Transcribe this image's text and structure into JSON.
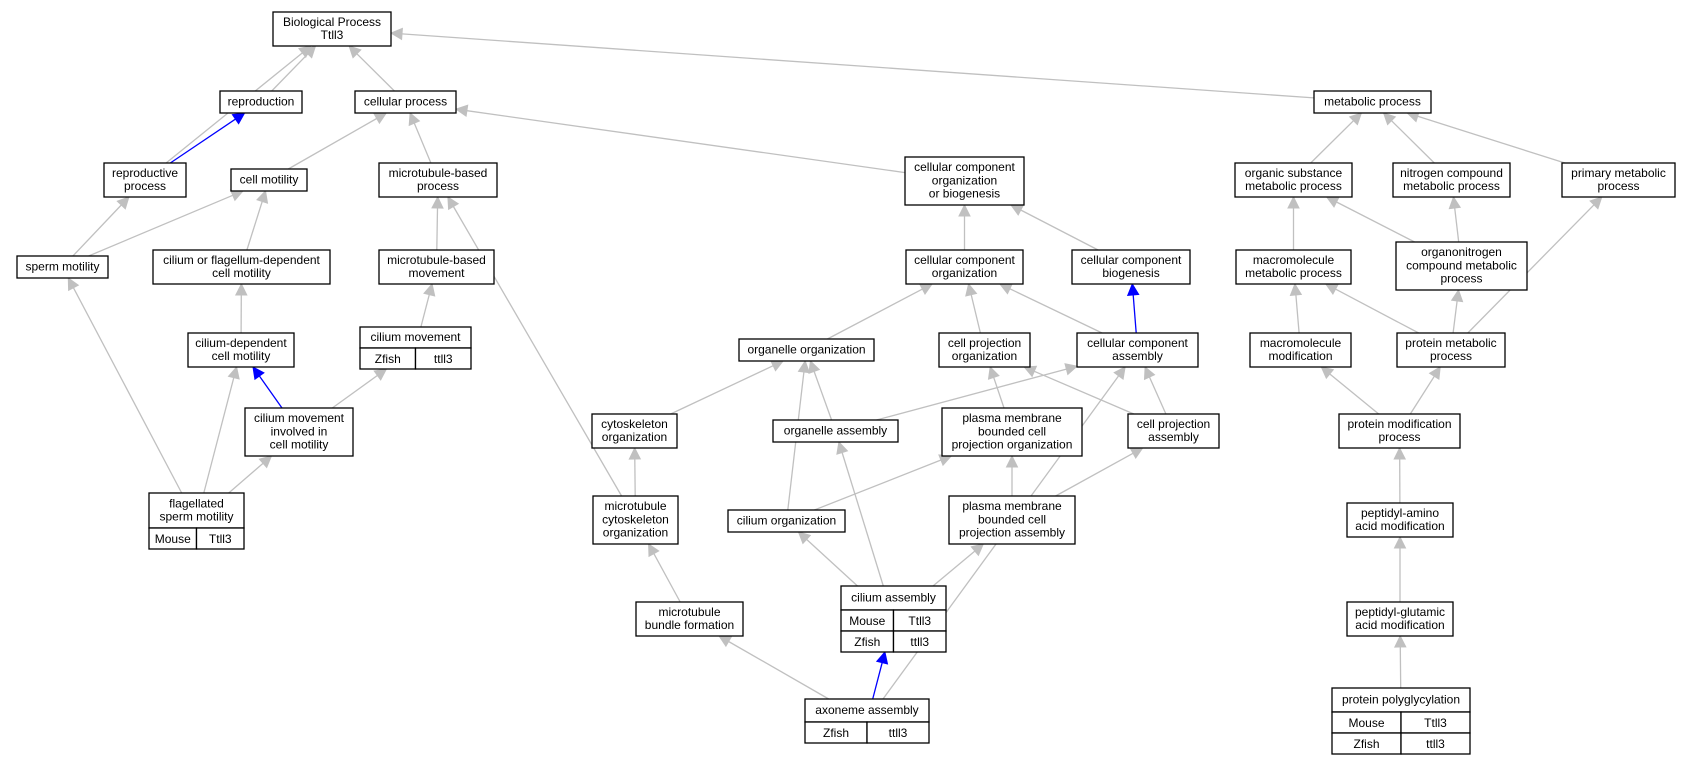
{
  "graph": {
    "colors": {
      "edge": "#c0c0c0",
      "edge_highlight": "#0000ff",
      "mouse_cell": "#add8e6",
      "zfish_cell": "#6495ed"
    },
    "nodes": {
      "bp": {
        "lines": [
          "Biological Process",
          "Ttll3"
        ]
      },
      "repro": {
        "lines": [
          "reproduction"
        ]
      },
      "cellproc": {
        "lines": [
          "cellular process"
        ]
      },
      "metab": {
        "lines": [
          "metabolic process"
        ]
      },
      "reproproc": {
        "lines": [
          "reproductive",
          "process"
        ]
      },
      "cellmot": {
        "lines": [
          "cell motility"
        ]
      },
      "mtbproc": {
        "lines": [
          "microtubule-based",
          "process"
        ]
      },
      "ccob": {
        "lines": [
          "cellular component",
          "organization",
          "or biogenesis"
        ]
      },
      "orgsub": {
        "lines": [
          "organic substance",
          "metabolic process"
        ]
      },
      "nitro": {
        "lines": [
          "nitrogen compound",
          "metabolic process"
        ]
      },
      "primary": {
        "lines": [
          "primary metabolic",
          "process"
        ]
      },
      "spermmot": {
        "lines": [
          "sperm motility"
        ]
      },
      "ciliumflag": {
        "lines": [
          "cilium or flagellum-dependent",
          "cell motility"
        ]
      },
      "mtbmove": {
        "lines": [
          "microtubule-based",
          "movement"
        ]
      },
      "ccorg": {
        "lines": [
          "cellular component",
          "organization"
        ]
      },
      "ccbio": {
        "lines": [
          "cellular component",
          "biogenesis"
        ]
      },
      "macro": {
        "lines": [
          "macromolecule",
          "metabolic process"
        ]
      },
      "organonitro": {
        "lines": [
          "organonitrogen",
          "compound metabolic",
          "process"
        ]
      },
      "cildep": {
        "lines": [
          "cilium-dependent",
          "cell motility"
        ]
      },
      "cilmove": {
        "lines": [
          "cilium movement"
        ],
        "rows": [
          [
            "Zfish",
            "ttll3"
          ]
        ]
      },
      "orgorg": {
        "lines": [
          "organelle organization"
        ]
      },
      "cellprojorg": {
        "lines": [
          "cell projection",
          "organization"
        ]
      },
      "ccassembly": {
        "lines": [
          "cellular component",
          "assembly"
        ]
      },
      "macromod": {
        "lines": [
          "macromolecule",
          "modification"
        ]
      },
      "protmetab": {
        "lines": [
          "protein metabolic",
          "process"
        ]
      },
      "cilmoveinv": {
        "lines": [
          "cilium movement",
          "involved in",
          "cell motility"
        ]
      },
      "cytoorg": {
        "lines": [
          "cytoskeleton",
          "organization"
        ]
      },
      "orgassembly": {
        "lines": [
          "organelle assembly"
        ]
      },
      "pmbcpo": {
        "lines": [
          "plasma membrane",
          "bounded cell",
          "projection organization"
        ]
      },
      "cellprojassembly": {
        "lines": [
          "cell projection",
          "assembly"
        ]
      },
      "protmod": {
        "lines": [
          "protein modification",
          "process"
        ]
      },
      "flagsperm": {
        "lines": [
          "flagellated",
          "sperm motility"
        ],
        "rows": [
          [
            "Mouse",
            "Ttll3"
          ]
        ]
      },
      "mtcyto": {
        "lines": [
          "microtubule",
          "cytoskeleton",
          "organization"
        ]
      },
      "cilorg": {
        "lines": [
          "cilium organization"
        ]
      },
      "pmbcpa": {
        "lines": [
          "plasma membrane",
          "bounded cell",
          "projection assembly"
        ]
      },
      "peptamino": {
        "lines": [
          "peptidyl-amino",
          "acid modification"
        ]
      },
      "mtbundle": {
        "lines": [
          "microtubule",
          "bundle formation"
        ]
      },
      "cilassembly": {
        "lines": [
          "cilium assembly"
        ],
        "rows": [
          [
            "Mouse",
            "Ttll3"
          ],
          [
            "Zfish",
            "ttll3"
          ]
        ]
      },
      "peptglut": {
        "lines": [
          "peptidyl-glutamic",
          "acid modification"
        ]
      },
      "axoneme": {
        "lines": [
          "axoneme assembly"
        ],
        "rows": [
          [
            "Zfish",
            "ttll3"
          ]
        ]
      },
      "polyglyc": {
        "lines": [
          "protein polyglycylation"
        ],
        "rows": [
          [
            "Mouse",
            "Ttll3"
          ],
          [
            "Zfish",
            "ttll3"
          ]
        ]
      }
    },
    "edges": [
      {
        "from": "repro",
        "to": "bp",
        "highlight": false
      },
      {
        "from": "cellproc",
        "to": "bp",
        "highlight": false
      },
      {
        "from": "metab",
        "to": "bp",
        "highlight": false
      },
      {
        "from": "reproproc",
        "to": "bp",
        "highlight": false
      },
      {
        "from": "reproproc",
        "to": "repro",
        "highlight": true
      },
      {
        "from": "cellmot",
        "to": "cellproc",
        "highlight": false
      },
      {
        "from": "mtbproc",
        "to": "cellproc",
        "highlight": false
      },
      {
        "from": "ccob",
        "to": "cellproc",
        "highlight": false
      },
      {
        "from": "orgsub",
        "to": "metab",
        "highlight": false
      },
      {
        "from": "nitro",
        "to": "metab",
        "highlight": false
      },
      {
        "from": "primary",
        "to": "metab",
        "highlight": false
      },
      {
        "from": "spermmot",
        "to": "reproproc",
        "highlight": false
      },
      {
        "from": "spermmot",
        "to": "cellmot",
        "highlight": false
      },
      {
        "from": "ciliumflag",
        "to": "cellmot",
        "highlight": false
      },
      {
        "from": "mtbmove",
        "to": "mtbproc",
        "highlight": false
      },
      {
        "from": "ccorg",
        "to": "ccob",
        "highlight": false
      },
      {
        "from": "ccbio",
        "to": "ccob",
        "highlight": false
      },
      {
        "from": "macro",
        "to": "orgsub",
        "highlight": false
      },
      {
        "from": "organonitro",
        "to": "orgsub",
        "highlight": false
      },
      {
        "from": "organonitro",
        "to": "nitro",
        "highlight": false
      },
      {
        "from": "cildep",
        "to": "ciliumflag",
        "highlight": false
      },
      {
        "from": "cilmove",
        "to": "mtbmove",
        "highlight": false
      },
      {
        "from": "orgorg",
        "to": "ccorg",
        "highlight": false
      },
      {
        "from": "cellprojorg",
        "to": "ccorg",
        "highlight": false
      },
      {
        "from": "ccassembly",
        "to": "ccorg",
        "highlight": false
      },
      {
        "from": "ccassembly",
        "to": "ccbio",
        "highlight": true
      },
      {
        "from": "macromod",
        "to": "macro",
        "highlight": false
      },
      {
        "from": "protmetab",
        "to": "macro",
        "highlight": false
      },
      {
        "from": "protmetab",
        "to": "organonitro",
        "highlight": false
      },
      {
        "from": "protmetab",
        "to": "primary",
        "highlight": false
      },
      {
        "from": "cilmoveinv",
        "to": "cildep",
        "highlight": true
      },
      {
        "from": "cilmoveinv",
        "to": "cilmove",
        "highlight": false
      },
      {
        "from": "cytoorg",
        "to": "orgorg",
        "highlight": false
      },
      {
        "from": "orgassembly",
        "to": "orgorg",
        "highlight": false
      },
      {
        "from": "orgassembly",
        "to": "ccassembly",
        "highlight": false
      },
      {
        "from": "pmbcpo",
        "to": "cellprojorg",
        "highlight": false
      },
      {
        "from": "cellprojassembly",
        "to": "cellprojorg",
        "highlight": false
      },
      {
        "from": "cellprojassembly",
        "to": "ccassembly",
        "highlight": false
      },
      {
        "from": "protmod",
        "to": "macromod",
        "highlight": false
      },
      {
        "from": "protmod",
        "to": "protmetab",
        "highlight": false
      },
      {
        "from": "flagsperm",
        "to": "spermmot",
        "highlight": false
      },
      {
        "from": "flagsperm",
        "to": "cildep",
        "highlight": false
      },
      {
        "from": "flagsperm",
        "to": "cilmoveinv",
        "highlight": false
      },
      {
        "from": "mtcyto",
        "to": "mtbproc",
        "highlight": false
      },
      {
        "from": "mtcyto",
        "to": "cytoorg",
        "highlight": false
      },
      {
        "from": "cilorg",
        "to": "orgorg",
        "highlight": false
      },
      {
        "from": "cilorg",
        "to": "pmbcpo",
        "highlight": false
      },
      {
        "from": "pmbcpa",
        "to": "pmbcpo",
        "highlight": false
      },
      {
        "from": "pmbcpa",
        "to": "cellprojassembly",
        "highlight": false
      },
      {
        "from": "peptamino",
        "to": "protmod",
        "highlight": false
      },
      {
        "from": "mtbundle",
        "to": "mtcyto",
        "highlight": false
      },
      {
        "from": "cilassembly",
        "to": "cilorg",
        "highlight": false
      },
      {
        "from": "cilassembly",
        "to": "orgassembly",
        "highlight": false
      },
      {
        "from": "cilassembly",
        "to": "pmbcpa",
        "highlight": false
      },
      {
        "from": "peptglut",
        "to": "peptamino",
        "highlight": false
      },
      {
        "from": "axoneme",
        "to": "mtbundle",
        "highlight": false
      },
      {
        "from": "axoneme",
        "to": "cilassembly",
        "highlight": true
      },
      {
        "from": "axoneme",
        "to": "ccassembly",
        "highlight": false
      },
      {
        "from": "polyglyc",
        "to": "peptglut",
        "highlight": false
      }
    ]
  }
}
